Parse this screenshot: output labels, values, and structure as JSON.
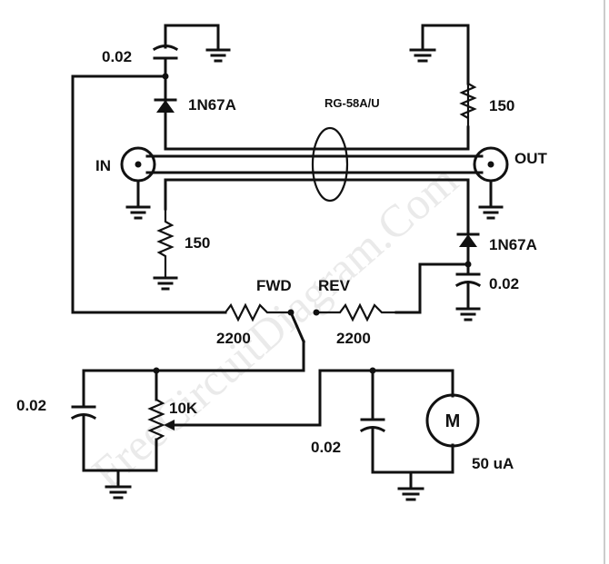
{
  "watermark": "FreeCircuitDiagram.Com",
  "labels": {
    "in": "IN",
    "out": "OUT",
    "coax": "RG-58A/U",
    "fwd": "FWD",
    "rev": "REV",
    "cap_top_left": "0.02",
    "diode_top": "1N67A",
    "res_top_right": "150",
    "res_left": "150",
    "diode_right": "1N67A",
    "cap_right": "0.02",
    "res_fwd": "2200",
    "res_rev": "2200",
    "cap_bottom_left": "0.02",
    "pot": "10K",
    "cap_bottom_mid": "0.02",
    "meter_symbol": "M",
    "meter_rating": "50 uA"
  },
  "colors": {
    "ink": "#111111",
    "background": "#ffffff",
    "watermark": "#d9d9d9"
  }
}
